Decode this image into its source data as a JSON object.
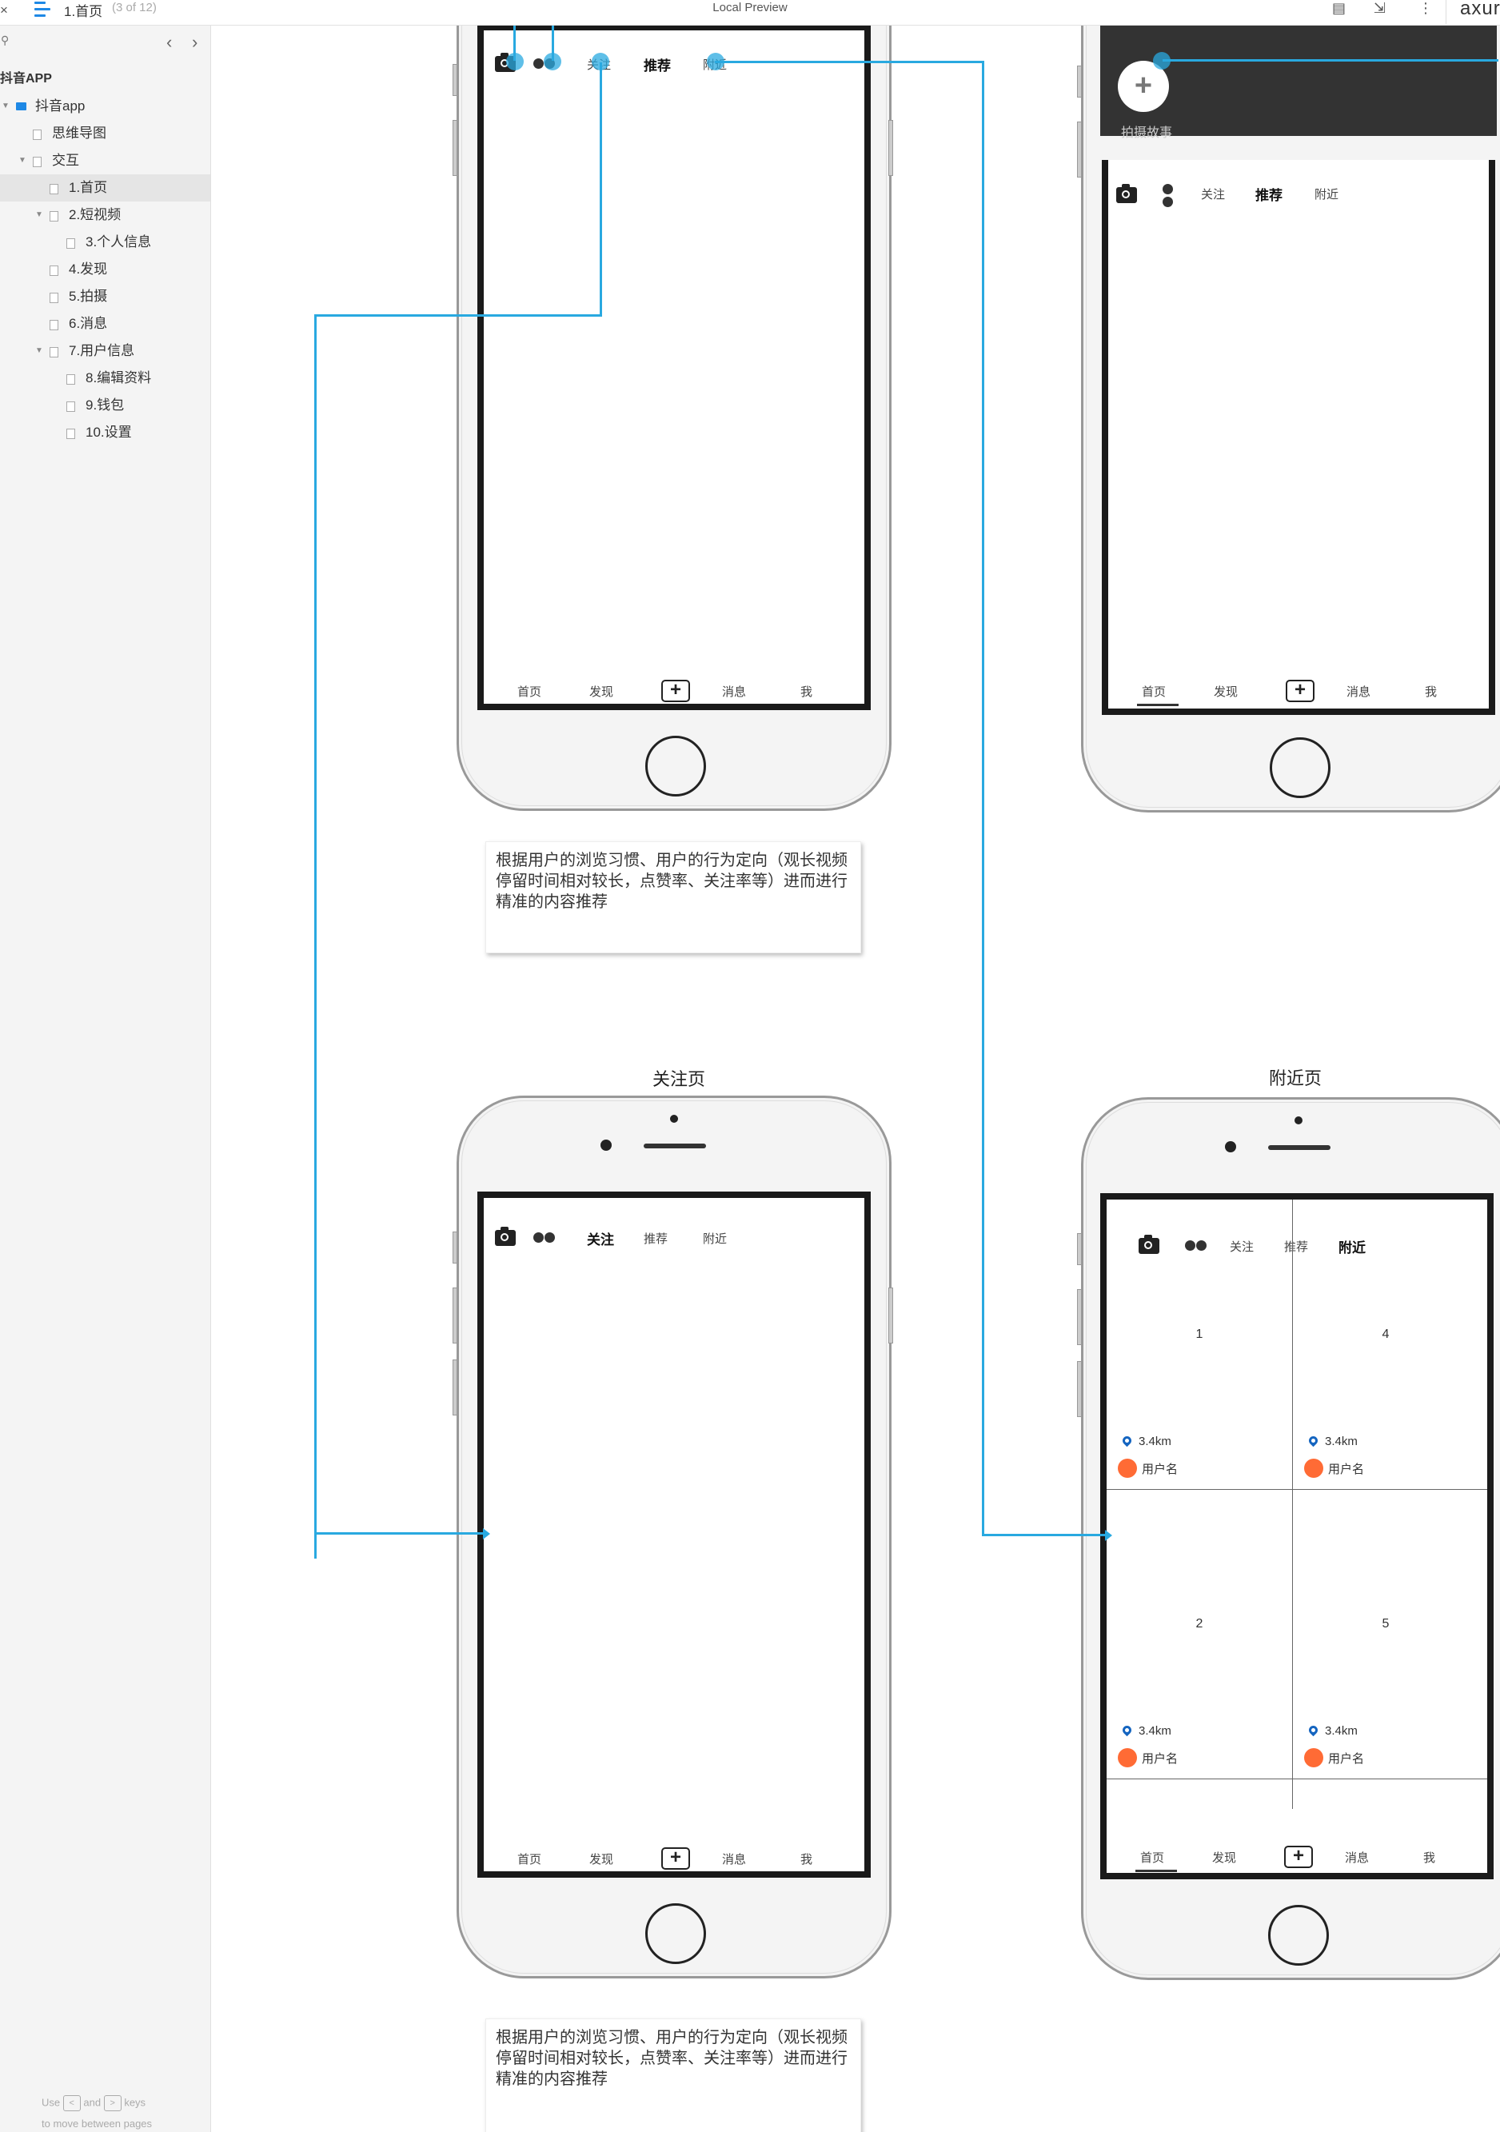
{
  "topbar": {
    "close": "×",
    "page_name": "1.首页",
    "page_count": "(3 of 12)",
    "title": "Local Preview",
    "logo": "axure"
  },
  "sidebar": {
    "project": "抖音APP",
    "items": [
      {
        "label": "抖音app",
        "level": 0,
        "type": "folder",
        "expanded": true
      },
      {
        "label": "思维导图",
        "level": 1,
        "type": "page"
      },
      {
        "label": "交互",
        "level": 1,
        "type": "page",
        "expanded": true
      },
      {
        "label": "1.首页",
        "level": 2,
        "type": "page",
        "selected": true
      },
      {
        "label": "2.短视频",
        "level": 2,
        "type": "page",
        "expanded": true
      },
      {
        "label": "3.个人信息",
        "level": 3,
        "type": "page"
      },
      {
        "label": "4.发现",
        "level": 2,
        "type": "page"
      },
      {
        "label": "5.拍摄",
        "level": 2,
        "type": "page"
      },
      {
        "label": "6.消息",
        "level": 2,
        "type": "page"
      },
      {
        "label": "7.用户信息",
        "level": 2,
        "type": "page",
        "expanded": true
      },
      {
        "label": "8.编辑资料",
        "level": 3,
        "type": "page"
      },
      {
        "label": "9.钱包",
        "level": 3,
        "type": "page"
      },
      {
        "label": "10.设置",
        "level": 3,
        "type": "page"
      }
    ],
    "hint_use": "Use",
    "hint_and": "and",
    "hint_keys": "keys",
    "hint_move": "to move between pages"
  },
  "topnav": {
    "follow": "关注",
    "recommend": "推荐",
    "nearby": "附近"
  },
  "tabbar": {
    "home": "首页",
    "discover": "发现",
    "plus": "+",
    "messages": "消息",
    "me": "我"
  },
  "shoot_label": "拍摄故事",
  "notes": {
    "n1": "根据用户的浏览习惯、用户的行为定向（观长视频停留时间相对较长，点赞率、关注率等）进而进行精准的内容推荐",
    "n2": "根据用户的浏览习惯、用户的行为定向（观长视频停留时间相对较长，点赞率、关注率等）进而进行精准的内容推荐"
  },
  "titles": {
    "follow_page": "关注页",
    "nearby_page": "附近页"
  },
  "nearby_cells": [
    {
      "num": "1",
      "dist": "3.4km",
      "user": "用户名"
    },
    {
      "num": "4",
      "dist": "3.4km",
      "user": "用户名"
    },
    {
      "num": "2",
      "dist": "3.4km",
      "user": "用户名"
    },
    {
      "num": "5",
      "dist": "3.4km",
      "user": "用户名"
    }
  ],
  "colors": {
    "accent": "#1E88E5",
    "link_line": "#29A9E0",
    "avatar": "#FF6B35",
    "pin": "#1565C0"
  }
}
